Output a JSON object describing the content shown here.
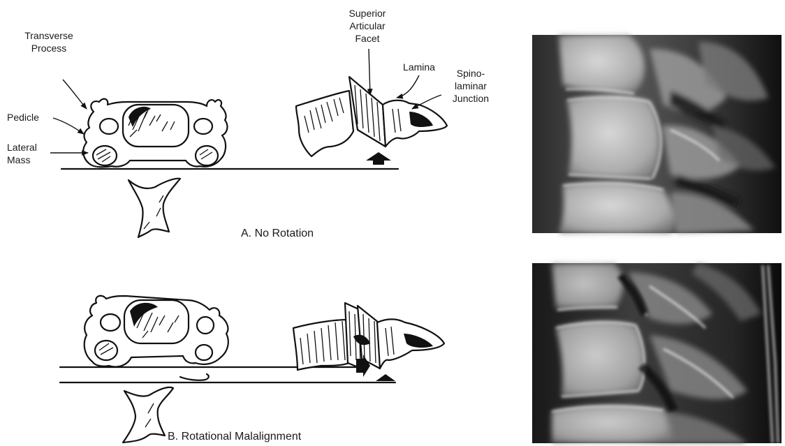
{
  "labels": {
    "transverse_process": [
      "Transverse",
      "Process"
    ],
    "pedicle": "Pedicle",
    "lateral_mass": [
      "Lateral",
      "Mass"
    ],
    "superior_articular_facet": [
      "Superior",
      "Articular",
      "Facet"
    ],
    "lamina": "Lamina",
    "spinolaminar_junction": [
      "Spino-",
      "laminar",
      "Junction"
    ]
  },
  "captions": {
    "a": "A.  No Rotation",
    "b": "B.  Rotational Malalignment"
  },
  "xrays": {
    "top": "lateral cervical spine radiograph, no rotation",
    "bottom": "lateral cervical spine radiograph, rotational malalignment"
  }
}
